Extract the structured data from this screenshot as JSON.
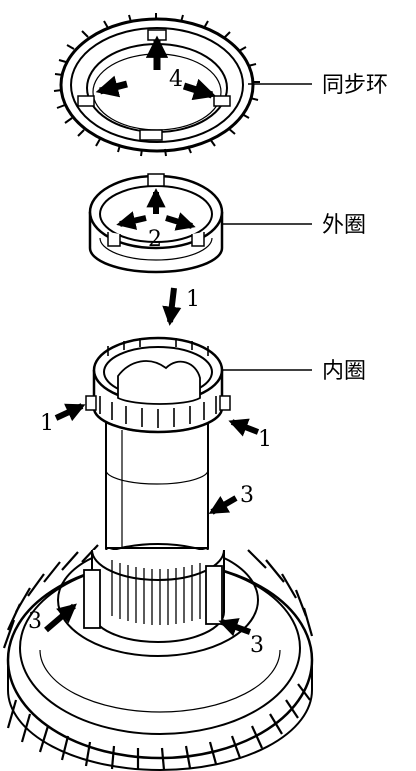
{
  "labels": {
    "synchronizer_ring": "同步环",
    "outer_ring": "外圈",
    "inner_ring": "内圈"
  },
  "step_numbers": {
    "s4": "4",
    "s2": "2",
    "s1_top": "1",
    "s1_left": "1",
    "s1_right": "1",
    "s3_right": "3",
    "s3_low_left": "3",
    "s3_low_right": "3"
  }
}
